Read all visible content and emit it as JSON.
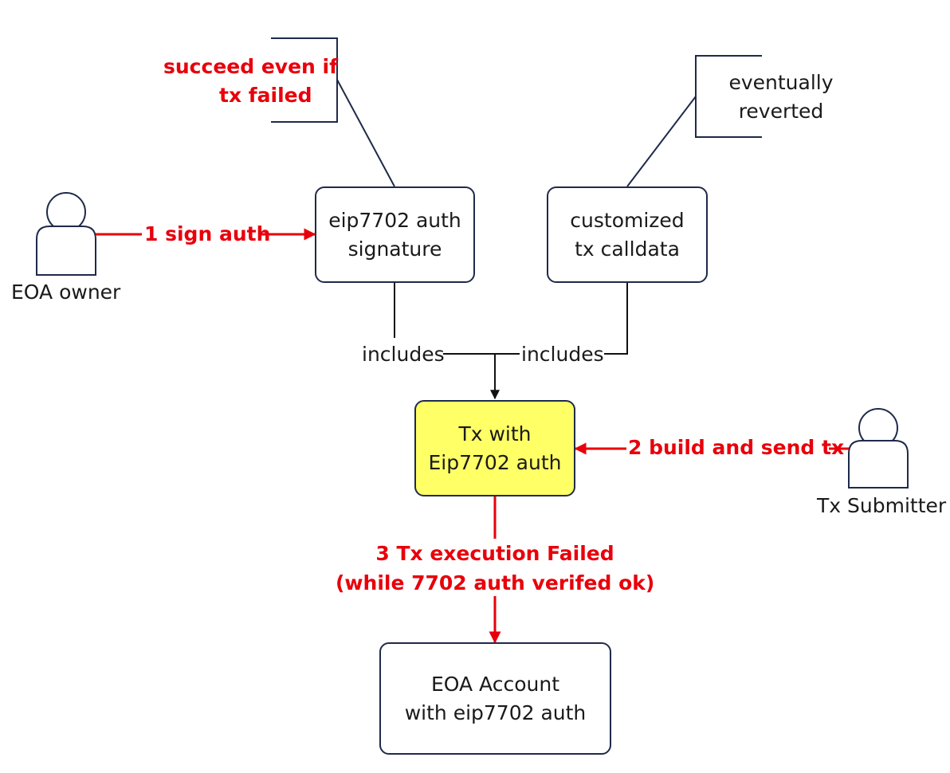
{
  "colors": {
    "accent_red": "#e8000b",
    "highlight_yellow": "#ffff66",
    "outline": "#1f2a4a"
  },
  "actors": {
    "eoa_owner": {
      "icon": "person-icon",
      "label": "EOA owner"
    },
    "tx_submitter": {
      "icon": "person-icon",
      "label": "Tx Submitter"
    }
  },
  "boxes": {
    "auth_signature": {
      "line1": "eip7702 auth",
      "line2": "signature"
    },
    "calldata": {
      "line1": "customized",
      "line2": "tx calldata"
    },
    "tx": {
      "line1": "Tx with",
      "line2": "Eip7702 auth"
    },
    "eoa_account": {
      "line1": "EOA Account",
      "line2": "with eip7702 auth"
    }
  },
  "notes": {
    "succeed": {
      "line1": "succeed even if",
      "line2": "tx failed"
    },
    "reverted": {
      "line1": "eventually",
      "line2": "reverted"
    }
  },
  "edges": {
    "sign_auth": "1 sign auth",
    "build_send": "2 build and send tx",
    "exec_failed": {
      "line1": "3 Tx execution Failed",
      "line2": "(while 7702 auth verifed ok)"
    },
    "includes_left": "includes",
    "includes_right": "includes"
  }
}
